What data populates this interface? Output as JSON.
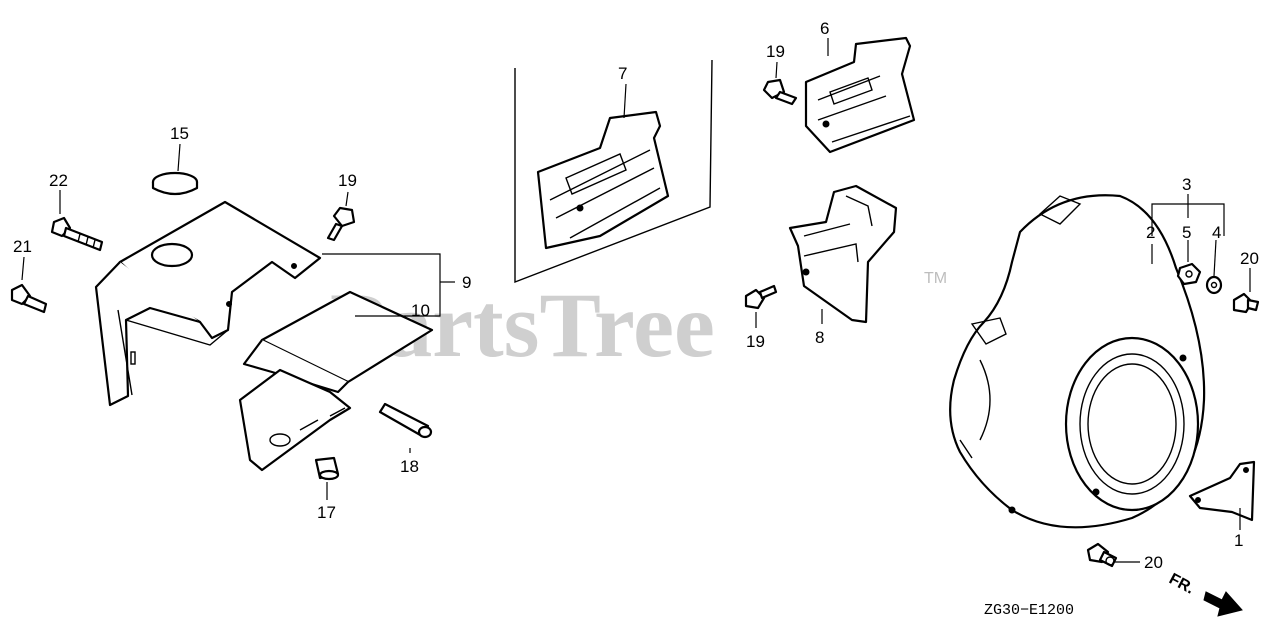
{
  "diagram": {
    "watermark": "PartsTree",
    "trademark": "TM",
    "diagram_code": "ZG30−E1200",
    "front_marker": "FR.",
    "callouts": {
      "c1": "1",
      "c2": "2",
      "c3": "3",
      "c4": "4",
      "c5": "5",
      "c6": "6",
      "c7": "7",
      "c8": "8",
      "c9": "9",
      "c10": "10",
      "c15": "15",
      "c17": "17",
      "c18": "18",
      "c19a": "19",
      "c19b": "19",
      "c19c": "19",
      "c20a": "20",
      "c20b": "20",
      "c21": "21",
      "c22": "22"
    }
  }
}
